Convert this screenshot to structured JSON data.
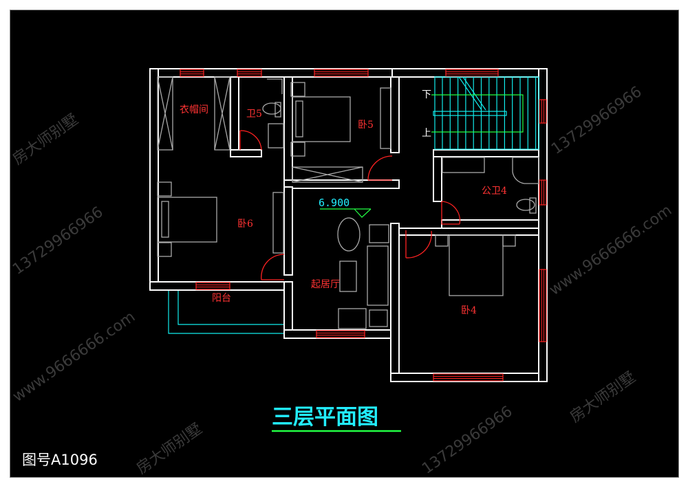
{
  "title": "三层平面图",
  "drawing_number": "图号A1096",
  "elevation": "6.900",
  "rooms": {
    "cloakroom": "衣帽间",
    "bath5": "卫5",
    "bedroom5": "卧5",
    "bedroom6": "卧6",
    "living": "起居厅",
    "balcony": "阳台",
    "public_bath4": "公卫4",
    "bedroom4": "卧4"
  },
  "stairs": {
    "down": "下",
    "up": "上"
  },
  "watermarks": [
    "房大师别墅",
    "13729966966",
    "www.9666666.com"
  ],
  "colors": {
    "background": "#000000",
    "wall": "#ffffff",
    "window": "#ff2222",
    "label": "#ff3333",
    "stairs": "#11eeee",
    "title": "#22eeff",
    "underline": "#22ff44"
  }
}
